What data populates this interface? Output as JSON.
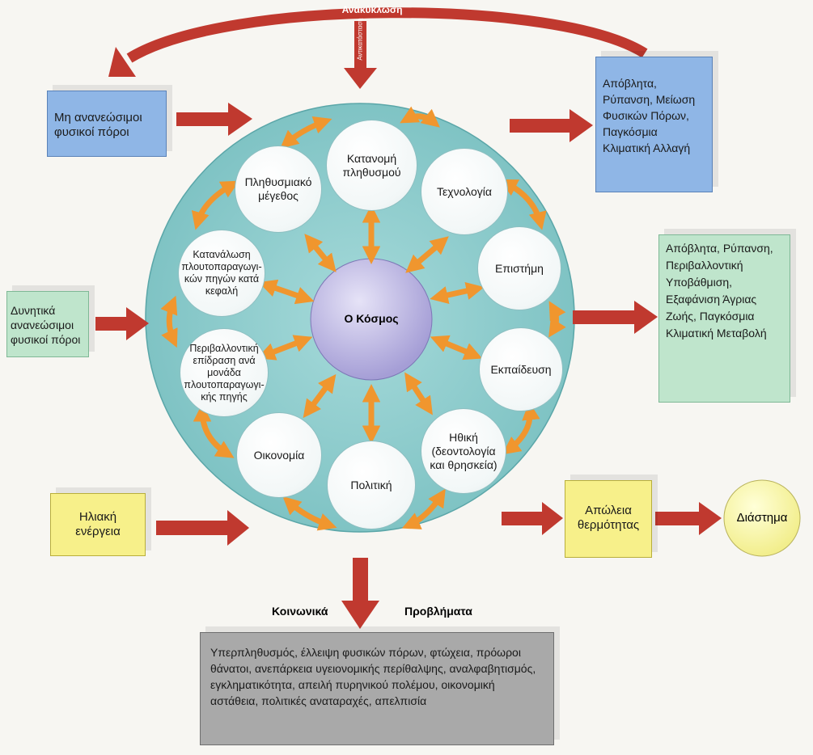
{
  "diagram": {
    "recycle_label": "Ανακύκλωση",
    "recycle_sublabel": "Αντικατάσταση",
    "center_label": "Ο Κόσμος",
    "nodes": {
      "population_distribution": "Κατανομή πληθυσμού",
      "technology": "Τεχνολογία",
      "science": "Επιστήμη",
      "education": "Εκπαίδευση",
      "ethics": "Ηθική (δεοντολογία και θρησκεία)",
      "politics": "Πολιτική",
      "economy": "Οικονομία",
      "environmental_impact": "Περιβαλλοντική επίδραση ανά μονάδα πλουτοπαραγωγι-κής πηγής",
      "consumption": "Κατανάλωση πλουτοπαραγωγι-κών πηγών κατά κεφαλή",
      "population_size": "Πληθυσμιακό μέγεθος"
    },
    "inputs": {
      "nonrenewable": "Μη ανανεώσιμοι φυσικοί πόροι",
      "potentially_renewable": "Δυνητικά ανανεώσιμοι φυσικοί πόροι",
      "solar": "Ηλιακή ενέργεια"
    },
    "outputs": {
      "top": "Απόβλητα, Ρύπανση, Μείωση Φυσικών Πόρων, Παγκόσμια Κλιματική Αλλαγή",
      "middle": "Απόβλητα, Ρύπανση, Περιβαλλοντική Υποβάθμιση, Εξαφάνιση Άγριας Ζωής, Παγκόσμια Κλιματική Μεταβολή",
      "heat_loss": "Απώλεια θερμότητας",
      "space": "Διάστημα"
    },
    "social_label_left": "Κοινωνικά",
    "social_label_right": "Προβλήματα",
    "social_problems": "Υπερπληθυσμός, έλλειψη φυσικών πόρων, φτώχεια, πρόωροι θάνατοι, ανεπάρκεια υγειονομικής περίθαλψης, αναλφαβητισμός, εγκληματικότητα, απειλή πυρηνικού πολέμου, οικονομική αστάθεια, πολιτικές αναταραχές, απελπισία",
    "colors": {
      "big_circle": "#8fcfcf",
      "center": "#b9b3e0",
      "red_arrow": "#c0392f",
      "orange_arrow": "#f0962e",
      "blue_box": "#8fb6e6",
      "green_box": "#bfe5cc",
      "yellow_box": "#f7f08a",
      "gray_box": "#a9a9a9"
    }
  }
}
